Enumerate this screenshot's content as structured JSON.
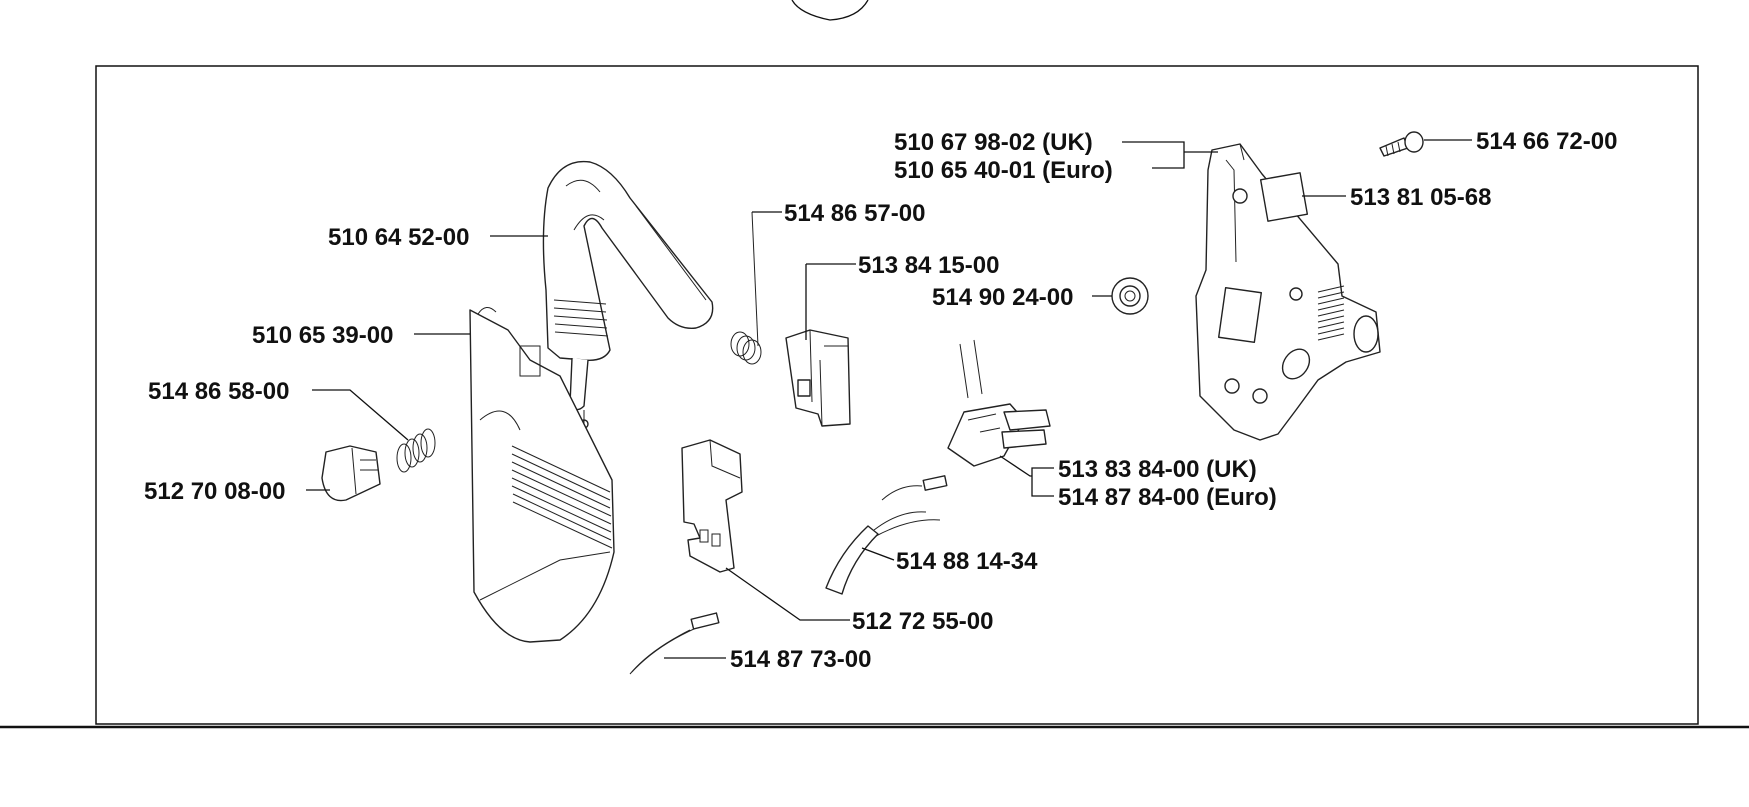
{
  "labels": {
    "p510675802": "510 67 98-02 (UK)",
    "p510654001": "510 65 40-01 (Euro)",
    "p514667200": "514 66 72-00",
    "p513810568": "513 81 05-68",
    "p510645200": "510 64 52-00",
    "p514865700": "514 86 57-00",
    "p513841500": "513 84 15-00",
    "p514902400": "514 90 24-00",
    "p510653900": "510 65 39-00",
    "p514865800": "514 86 58-00",
    "p512700800": "512 70 08-00",
    "p513838400": "513 83 84-00 (UK)",
    "p514878400": "514 87 84-00 (Euro)",
    "p514881434": "514 88 14-34",
    "p512725500": "512 72 55-00",
    "p514877300": "514 87 73-00"
  }
}
